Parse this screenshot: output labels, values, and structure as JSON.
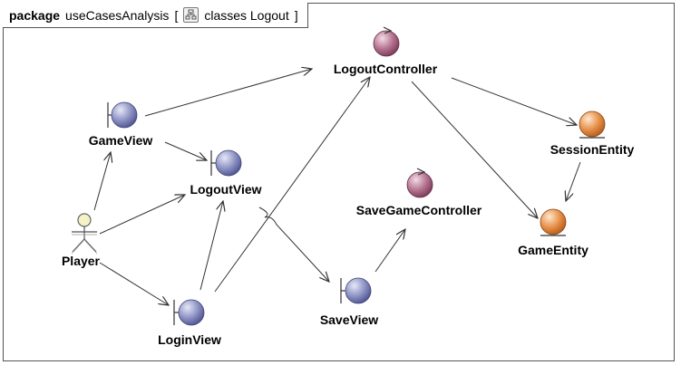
{
  "frame": {
    "keyword": "package",
    "name": "useCasesAnalysis",
    "bracket_open": "[",
    "diagram_kind_icon": "class-diagram-icon",
    "diagram_name": "classes Logout",
    "bracket_close": "]"
  },
  "elements": {
    "player": {
      "label": "Player",
      "stereotype": "actor"
    },
    "game_view": {
      "label": "GameView",
      "stereotype": "boundary"
    },
    "logout_view": {
      "label": "LogoutView",
      "stereotype": "boundary"
    },
    "login_view": {
      "label": "LoginView",
      "stereotype": "boundary"
    },
    "save_view": {
      "label": "SaveView",
      "stereotype": "boundary"
    },
    "logout_controller": {
      "label": "LogoutController",
      "stereotype": "control"
    },
    "save_game_controller": {
      "label": "SaveGameController",
      "stereotype": "control"
    },
    "session_entity": {
      "label": "SessionEntity",
      "stereotype": "entity"
    },
    "game_entity": {
      "label": "GameEntity",
      "stereotype": "entity"
    }
  },
  "connections": [
    {
      "from": "Player",
      "to": "GameView"
    },
    {
      "from": "Player",
      "to": "LogoutView"
    },
    {
      "from": "Player",
      "to": "LoginView"
    },
    {
      "from": "GameView",
      "to": "LogoutController"
    },
    {
      "from": "GameView",
      "to": "LogoutView"
    },
    {
      "from": "LoginView",
      "to": "LogoutView"
    },
    {
      "from": "LoginView",
      "to": "LogoutController"
    },
    {
      "from": "LogoutView",
      "to": "SaveView"
    },
    {
      "from": "SaveView",
      "to": "SaveGameController"
    },
    {
      "from": "LogoutController",
      "to": "SessionEntity"
    },
    {
      "from": "LogoutController",
      "to": "GameEntity"
    },
    {
      "from": "SessionEntity",
      "to": "GameEntity"
    }
  ],
  "colors": {
    "boundary": "#8a8fc0",
    "control": "#b0708a",
    "entity": "#e0904a",
    "actor": "#f6f2c8",
    "line": "#333333"
  }
}
